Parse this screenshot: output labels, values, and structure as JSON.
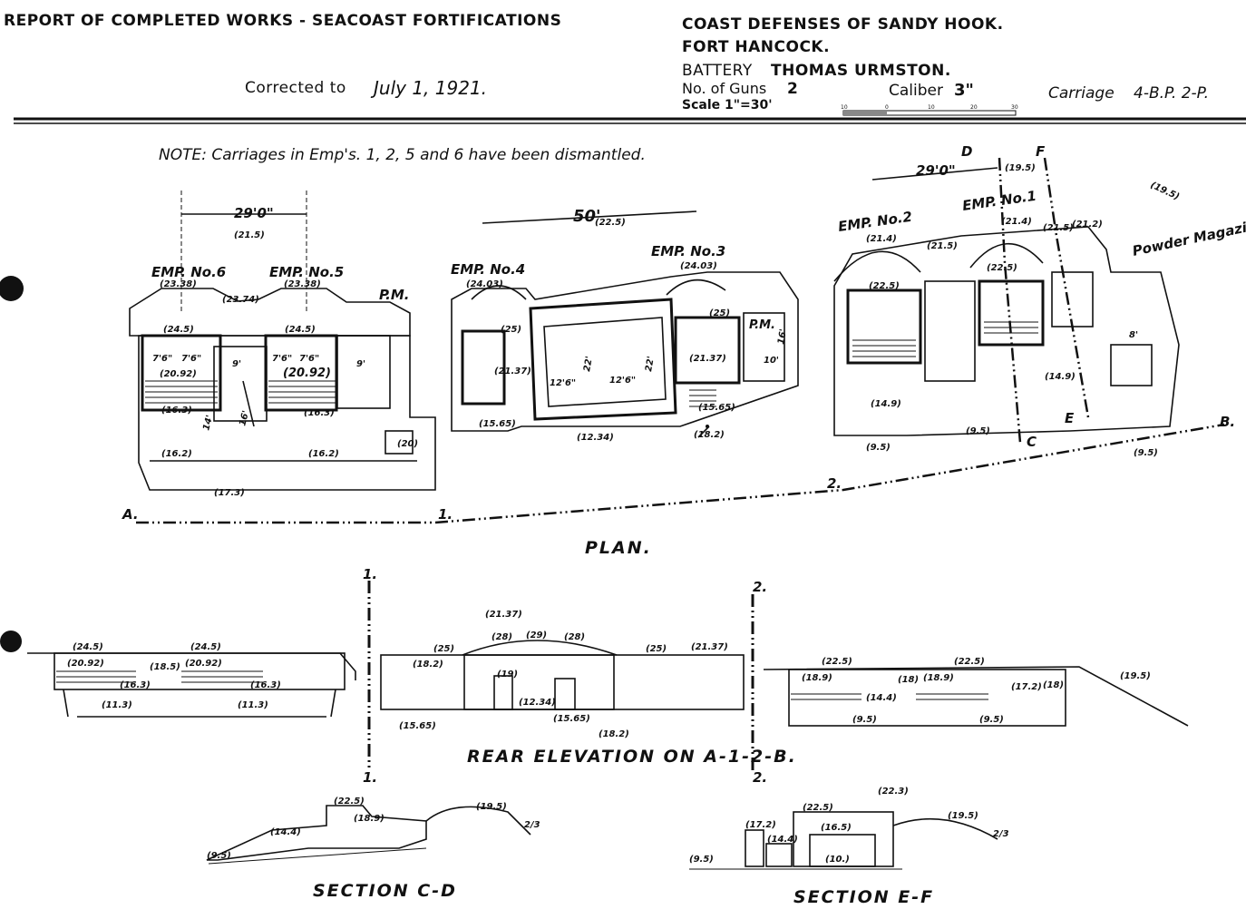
{
  "header": {
    "report_title": "REPORT OF COMPLETED WORKS - SEACOAST FORTIFICATIONS",
    "corrected_label": "Corrected to",
    "corrected_date": "July 1, 1921.",
    "district": "COAST DEFENSES OF SANDY HOOK.",
    "fort": "FORT HANCOCK.",
    "battery_label": "BATTERY",
    "battery_name": "THOMAS URMSTON.",
    "guns_label": "No. of Guns",
    "guns_value": "2",
    "caliber_label": "Caliber",
    "caliber_value": "3\"",
    "carriage_label": "Carriage",
    "carriage_value": "4-B.P. 2-P.",
    "scale_label": "Scale 1\"=30'",
    "scale_ticks": [
      "10",
      "0",
      "10",
      "20",
      "30"
    ]
  },
  "note": "NOTE: Carriages in Emp's. 1, 2, 5 and 6 have been dismantled.",
  "plan": {
    "title": "PLAN.",
    "emplacements": [
      "EMP. No.6",
      "EMP. No.5",
      "EMP. No.4",
      "EMP. No.3",
      "EMP. No.2",
      "EMP. No.1"
    ],
    "pm": [
      "P.M.",
      "P.M."
    ],
    "powder_magazine": "Powder Magazine.",
    "dims": [
      "29'0\"",
      "(21.5)",
      "50'",
      "(22.5)",
      "29'0\"",
      "(19.5)",
      "(19.5)"
    ],
    "elevations": [
      "(23.38)",
      "(23.74)",
      "(23.38)",
      "(24.5)",
      "(24.5)",
      "(20.92)",
      "(20.92)",
      "(16.3)",
      "(16.3)",
      "(16.2)",
      "(16.2)",
      "(17.3)",
      "(20)",
      "(24.03)",
      "(24.03)",
      "(25)",
      "(21.37)",
      "(12.34)",
      "(15.65)",
      "(18.2)",
      "(25)",
      "(21.37)",
      "(15.65)",
      "(21.4)",
      "(21.5)",
      "(22.5)",
      "(21.4)",
      "(21.5)",
      "(21.2)",
      "(22.5)",
      "(9.5)",
      "(9.5)",
      "(9.5)",
      "(14.9)",
      "(14.9)"
    ],
    "inner_dims": [
      "7'6\"",
      "7'6\"",
      "9'",
      "7'6\"",
      "7'6\"",
      "9'",
      "16'",
      "14'",
      "12'6\"",
      "12'6\"",
      "22'",
      "22'",
      "10'",
      "16'",
      "8'"
    ],
    "points": [
      "A.",
      "1.",
      "2.",
      "B.",
      "C",
      "D",
      "E",
      "F"
    ]
  },
  "rear_elevation": {
    "title": "REAR ELEVATION ON A-1-2-B.",
    "markers": [
      "1.",
      "2."
    ],
    "labels": [
      "(24.5)",
      "(20.92)",
      "(24.5)",
      "(20.92)",
      "(18.5)",
      "(16.3)",
      "(16.3)",
      "(11.3)",
      "(11.3)",
      "(21.37)",
      "(28)",
      "(29)",
      "(28)",
      "(25)",
      "(18.2)",
      "(19)",
      "(12.34)",
      "(15.65)",
      "(15.65)",
      "(18.2)",
      "(25)",
      "(21.37)",
      "(22.5)",
      "(22.5)",
      "(18.9)",
      "(14.4)",
      "(18)",
      "(18.9)",
      "(17.2)",
      "(18)",
      "(9.5)",
      "(9.5)",
      "(19.5)"
    ]
  },
  "sections": [
    {
      "title": "SECTION C-D",
      "marker": "1.",
      "labels": [
        "(22.5)",
        "(18.9)",
        "(14.4)",
        "(9.5)",
        "(19.5)",
        "2/3"
      ]
    },
    {
      "title": "SECTION E-F",
      "marker": "2.",
      "labels": [
        "(22.3)",
        "(22.5)",
        "(16.5)",
        "(10.)",
        "(17.2)",
        "(14.4)",
        "(9.5)",
        "(19.5)",
        "2/3"
      ]
    }
  ]
}
